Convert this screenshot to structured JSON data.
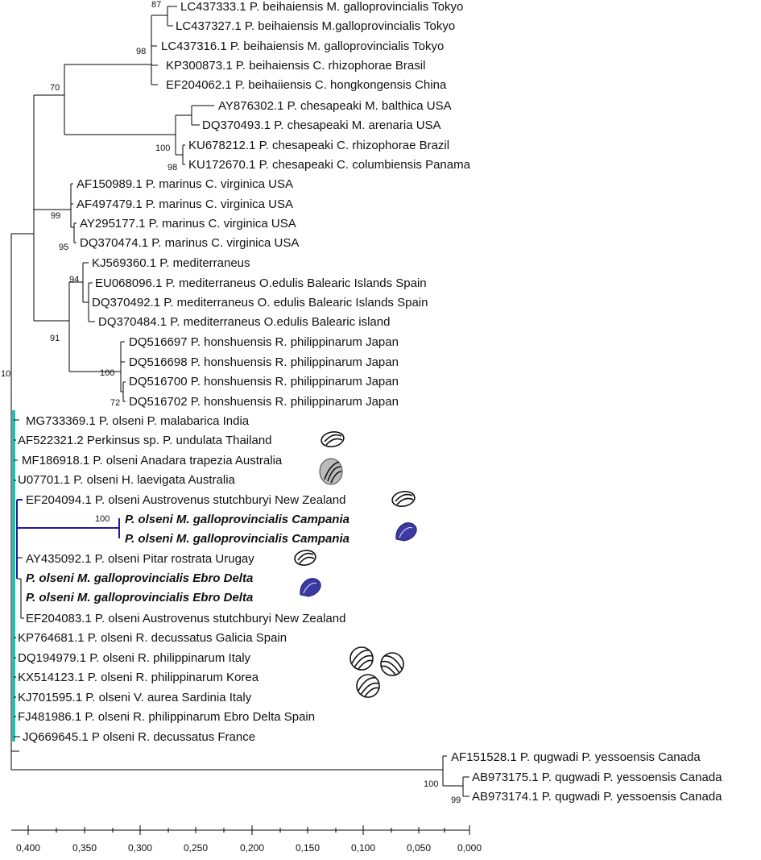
{
  "taxa": [
    "LC437333.1 P. beihaiensis M. galloprovincialis Tokyo",
    "LC437327.1 P. beihaiensis M.galloprovincialis Tokyo",
    "LC437316.1 P. beihaiensis M. galloprovincialis Tokyo",
    "KP300873.1 P. beihaiensis C. rhizophorae Brasil",
    "EF204062.1 P. beihaiiensis C. hongkongensis China",
    "AY876302.1 P. chesapeaki M. balthica USA",
    "DQ370493.1 P. chesapeaki M. arenaria USA",
    "KU678212.1 P. chesapeaki C. rhizophorae Brazil",
    "KU172670.1 P. chesapeaki C. columbiensis Panama",
    "AF150989.1 P. marinus C. virginica USA",
    "AF497479.1 P. marinus C. virginica USA",
    "AY295177.1 P. marinus C. virginica USA",
    "DQ370474.1 P. marinus C. virginica USA",
    "KJ569360.1 P. mediterraneus",
    "EU068096.1 P. mediterraneus O.edulis Balearic Islands Spain",
    "DQ370492.1 P. mediterraneus O. edulis Balearic Islands Spain",
    "DQ370484.1 P. mediterraneus O.edulis Balearic island",
    "DQ516697 P. honshuensis R. philippinarum Japan",
    "DQ516698 P. honshuensis R. philippinarum Japan",
    "DQ516700 P. honshuensis R. philippinarum Japan",
    "DQ516702 P. honshuensis R. philippinarum Japan",
    "MG733369.1 P. olseni P. malabarica India",
    "AF522321.2 Perkinsus sp. P. undulata Thailand",
    "MF186918.1 P. olseni Anadara trapezia Australia",
    "U07701.1 P. olseni H. laevigata Australia",
    "EF204094.1 P. olseni Austrovenus stutchburyi New Zealand",
    "P. olseni M. galloprovincialis Campania",
    "P. olseni M. galloprovincialis Campania",
    "AY435092.1 P. olseni Pitar rostrata Urugay",
    "P. olseni M. galloprovincialis Ebro Delta",
    "P. olseni M. galloprovincialis Ebro Delta",
    "EF204083.1 P. olseni Austrovenus stutchburyi New Zealand",
    "KP764681.1 P. olseni R. decussatus Galicia Spain",
    "DQ194979.1 P. olseni R. philippinarum Italy",
    "KX514123.1 P. olseni R. philippinarum Korea",
    "KJ701595.1 P. olseni V. aurea Sardinia Italy",
    "FJ481986.1 P. olseni R. philippinarum Ebro Delta Spain",
    "JQ669645.1 P olseni R. decussatus France",
    "AF151528.1 P. qugwadi P. yessoensis Canada",
    "AB973175.1 P. qugwadi P. yessoensis Canada",
    "AB973174.1 P. qugwadi P. yessoensis Canada"
  ],
  "bootstrap": {
    "n87": "87",
    "n98a": "98",
    "n70": "70",
    "n100a": "100",
    "n98b": "98",
    "n99a": "99",
    "n95": "95",
    "n94": "94",
    "n91": "91",
    "n100b": "100",
    "n72": "72",
    "n10": "10",
    "n100c": "100",
    "n100d": "100",
    "n99b": "99"
  },
  "scale": {
    "ticks": [
      "0,400",
      "0,350",
      "0,300",
      "0,250",
      "0,200",
      "0,150",
      "0,100",
      "0,050",
      "0,000"
    ]
  },
  "colors": {
    "olseni_clade": "#20c0b4",
    "campania_branch": "#1d1d9a"
  }
}
